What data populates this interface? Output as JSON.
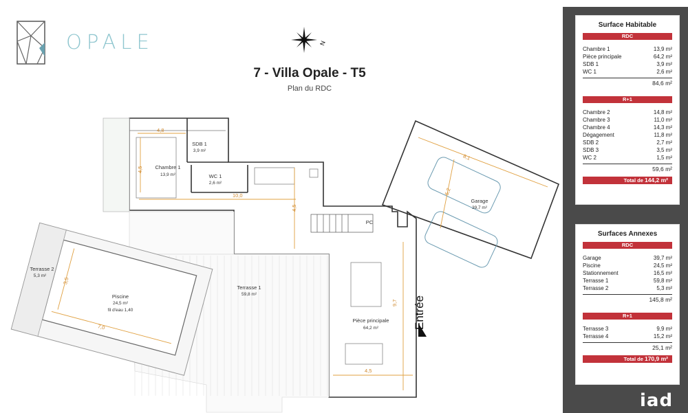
{
  "brand": {
    "name": "OPALE"
  },
  "header": {
    "title": "7 - Villa Opale - T5",
    "subtitle": "Plan du RDC",
    "north_label": "N"
  },
  "plan": {
    "rooms": [
      {
        "name": "Chambre 1",
        "area": "13,9 m²"
      },
      {
        "name": "SDB 1",
        "area": "3,9 m²"
      },
      {
        "name": "WC 1",
        "area": "2,6 m²"
      },
      {
        "name": "Garage",
        "area": "39,7 m²"
      },
      {
        "name": "Terrasse 2",
        "area": "5,3 m²"
      },
      {
        "name": "Piscine",
        "area": "24,5 m²",
        "note": "fil d'eau 1,40"
      },
      {
        "name": "Terrasse 1",
        "area": "59,8 m²"
      },
      {
        "name": "Pièce principale",
        "area": "64,2 m²"
      }
    ],
    "dimensions": [
      "4,8",
      "4,5",
      "10,0",
      "4,5",
      "8,1",
      "5,2",
      "3,5",
      "7,0",
      "9,7",
      "4,5"
    ],
    "labels": {
      "pc": "PC",
      "entrance": "Entrée"
    }
  },
  "panel": {
    "habitable": {
      "title": "Surface Habitable",
      "rdc_label": "RDC",
      "rdc_rows": [
        {
          "name": "Chambre 1",
          "value": "13,9 m²"
        },
        {
          "name": "Pièce principale",
          "value": "64,2 m²"
        },
        {
          "name": "SDB 1",
          "value": "3,9 m²"
        },
        {
          "name": "WC 1",
          "value": "2,6 m²"
        }
      ],
      "rdc_subtotal": "84,6 m²",
      "r1_label": "R+1",
      "r1_rows": [
        {
          "name": "Chambre 2",
          "value": "14,8 m²"
        },
        {
          "name": "Chambre 3",
          "value": "11,0 m²"
        },
        {
          "name": "Chambre 4",
          "value": "14,3 m²"
        },
        {
          "name": "Dégagement",
          "value": "11,8 m²"
        },
        {
          "name": "SDB 2",
          "value": "2,7 m²"
        },
        {
          "name": "SDB 3",
          "value": "3,5 m²"
        },
        {
          "name": "WC 2",
          "value": "1,5 m²"
        }
      ],
      "r1_subtotal": "59,6 m²",
      "total_label": "Total de",
      "total_value": "144,2 m²"
    },
    "annexes": {
      "title": "Surfaces Annexes",
      "rdc_label": "RDC",
      "rdc_rows": [
        {
          "name": "Garage",
          "value": "39,7 m²"
        },
        {
          "name": "Piscine",
          "value": "24,5 m²"
        },
        {
          "name": "Stationnement",
          "value": "16,5 m²"
        },
        {
          "name": "Terrasse 1",
          "value": "59,8 m²"
        },
        {
          "name": "Terrasse 2",
          "value": "5,3 m²"
        }
      ],
      "rdc_subtotal": "145,8 m²",
      "r1_label": "R+1",
      "r1_rows": [
        {
          "name": "Terrasse 3",
          "value": "9,9 m²"
        },
        {
          "name": "Terrasse 4",
          "value": "15,2 m²"
        }
      ],
      "r1_subtotal": "25,1 m²",
      "total_label": "Total de",
      "total_value": "170,9 m²"
    }
  },
  "watermark": "iad",
  "colors": {
    "accent": "#c2323a",
    "brand": "#8fc6cf",
    "panel_bg": "#4a4a4a",
    "dimension": "#e0a040"
  }
}
